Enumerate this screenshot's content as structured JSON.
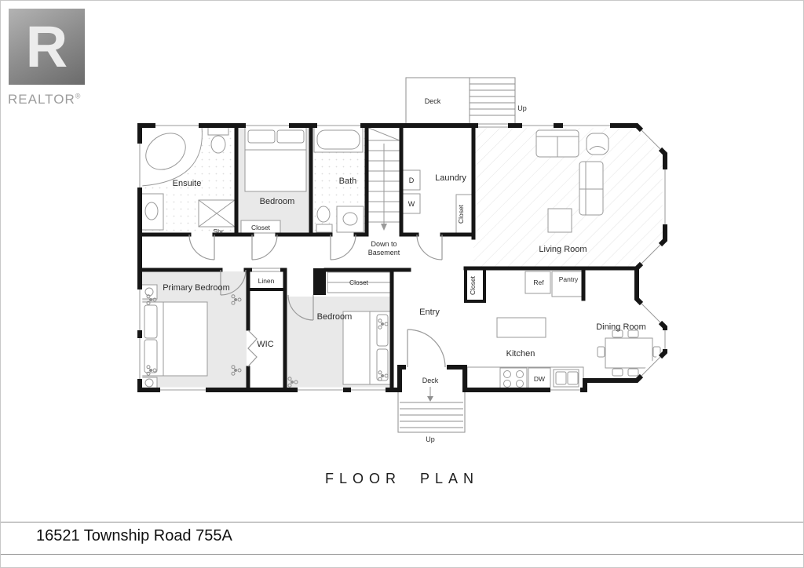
{
  "page": {
    "title": "FLOOR PLAN",
    "address": "16521 Township Road 755A"
  },
  "logo": {
    "letter": "R",
    "brand": "REALTOR",
    "registered": "®"
  },
  "colors": {
    "wall": "#161616",
    "fixture": "#8f8f8f",
    "room_shade": "#e9e9e9"
  },
  "labels": {
    "ensuite": "Ensuite",
    "bedroom_upper": "Bedroom",
    "bath": "Bath",
    "laundry": "Laundry",
    "dryer": "D",
    "washer": "W",
    "living_room": "Living Room",
    "down_to": "Down to",
    "basement": "Basement",
    "shr": "Shr",
    "closet_bedroom_upper": "Closet",
    "closet_laundry": "Closet",
    "linen": "Linen",
    "closet_bedroom_lower": "Closet",
    "closet_entry": "Closet",
    "primary_bedroom": "Primary Bedroom",
    "wic": "WIC",
    "bedroom_lower": "Bedroom",
    "entry": "Entry",
    "ref": "Ref",
    "pantry": "Pantry",
    "kitchen": "Kitchen",
    "dw": "DW",
    "dining_room": "Dining Room",
    "deck_upper": "Deck",
    "up_upper": "Up",
    "deck_lower": "Deck",
    "up_lower": "Up"
  }
}
